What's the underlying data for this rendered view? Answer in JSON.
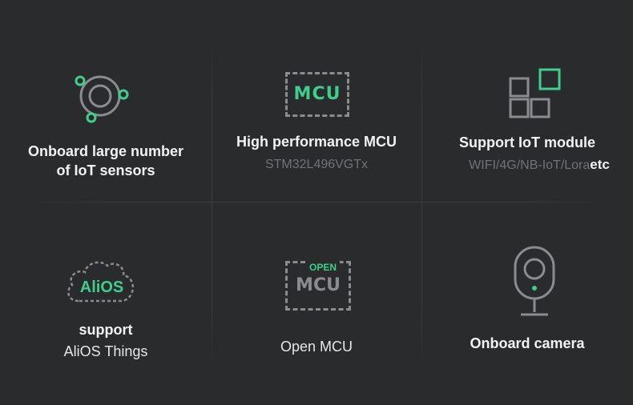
{
  "colors": {
    "background": "#292b2d",
    "accent": "#3ecf8e",
    "icon_gray": "#8a8d90",
    "text_white": "#f2f2f2",
    "text_gray": "#707376"
  },
  "features": [
    {
      "icon": "orbit-sensors-icon",
      "title_line1": "Onboard large number",
      "title_line2": "of IoT sensors"
    },
    {
      "icon": "mcu-chip-icon",
      "icon_text": "MCU",
      "title": "High performance MCU",
      "subtitle": "STM32L496VGTx"
    },
    {
      "icon": "iot-module-blocks-icon",
      "title": "Support IoT module",
      "subtitle": "WIFI/4G/NB-IoT/Lora",
      "subtitle_suffix": "etc"
    },
    {
      "icon": "alios-cloud-icon",
      "icon_text": "AliOS",
      "title": "support",
      "subtitle": "AliOS Things"
    },
    {
      "icon": "open-mcu-icon",
      "icon_text_top": "OPEN",
      "icon_text": "MCU",
      "title": "Open MCU"
    },
    {
      "icon": "camera-icon",
      "title": "Onboard camera"
    }
  ]
}
